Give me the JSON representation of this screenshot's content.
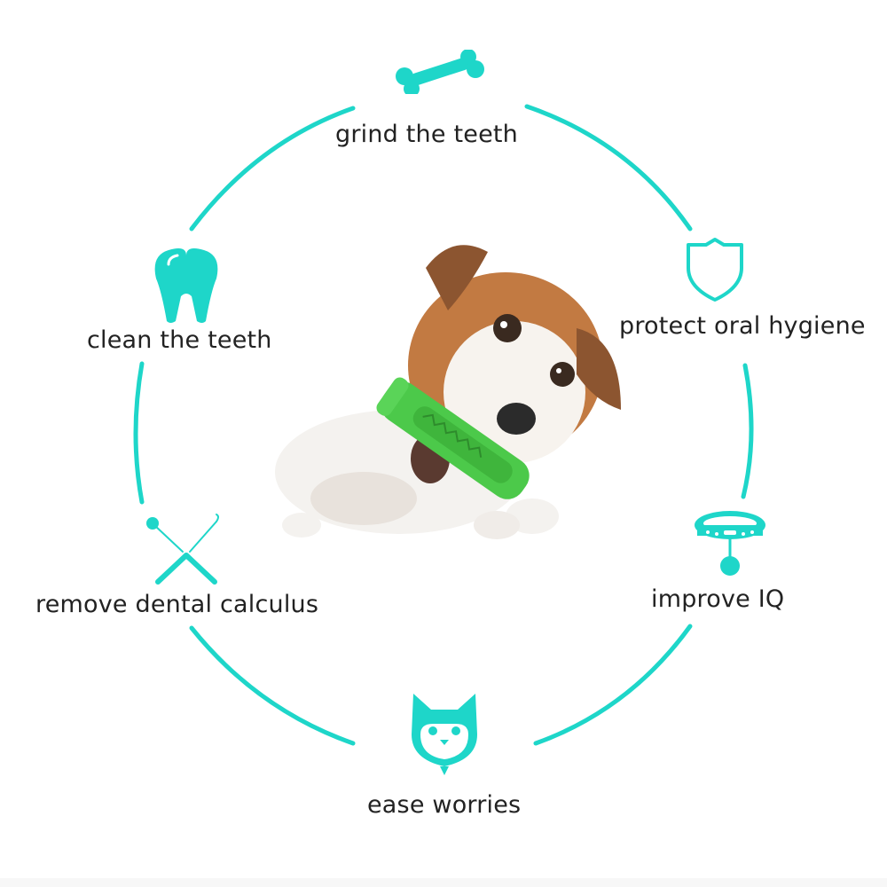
{
  "colors": {
    "accent": "#1ed6c9",
    "text": "#222222",
    "toy_green": "#4cc94a",
    "dog_brown": "#b06a35"
  },
  "center": {
    "subject": "dog chewing green toothbrush toy",
    "icon": "dog-with-chew-toy"
  },
  "benefits": [
    {
      "id": "grind",
      "label": "grind the teeth",
      "icon": "bone-icon"
    },
    {
      "id": "protect",
      "label": "protect oral hygiene",
      "icon": "shield-icon"
    },
    {
      "id": "iq",
      "label": "improve IQ",
      "icon": "collar-icon"
    },
    {
      "id": "ease",
      "label": "ease worries",
      "icon": "shiba-face-icon"
    },
    {
      "id": "calculus",
      "label": "remove dental calculus",
      "icon": "dental-tools-icon"
    },
    {
      "id": "clean",
      "label": "clean the teeth",
      "icon": "tooth-icon"
    }
  ]
}
